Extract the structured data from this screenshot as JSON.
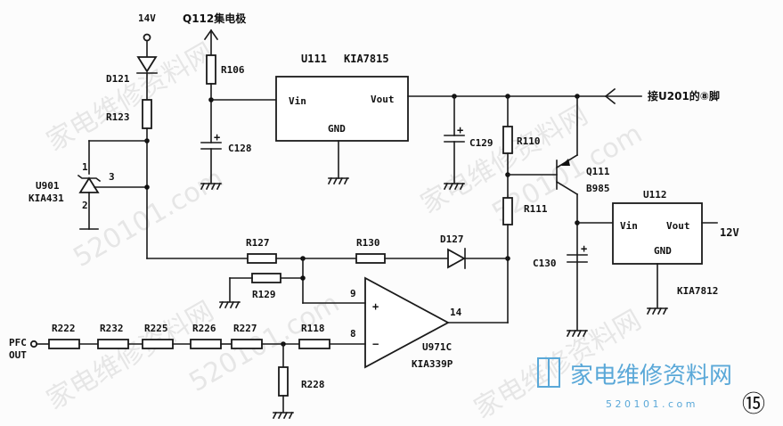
{
  "labels": {
    "v14": "14V",
    "q112": "Q112集电极",
    "r106": "R106",
    "u111": "U111",
    "kia7815": "KIA7815",
    "d121": "D121",
    "r123": "R123",
    "c128": "C128",
    "vin1": "Vin",
    "vout1": "Vout",
    "gnd1": "GND",
    "c129": "C129",
    "r110": "R110",
    "connect": "接U201的⑧脚",
    "u901": "U901",
    "kia431": "KIA431",
    "pin1": "1",
    "pin2": "2",
    "pin3": "3",
    "q111": "Q111",
    "b985": "B985",
    "u112": "U112",
    "vin2": "Vin",
    "vout2": "Vout",
    "v12": "12V",
    "gnd2": "GND",
    "r111": "R111",
    "r127": "R127",
    "r130": "R130",
    "d127": "D127",
    "c130": "C130",
    "r129": "R129",
    "pin9": "9",
    "plus": "+",
    "pin14": "14",
    "kia7812": "KIA7812",
    "pfc": "PFC",
    "out": "OUT",
    "r222": "R222",
    "r232": "R232",
    "r225": "R225",
    "r226": "R226",
    "r227": "R227",
    "r118": "R118",
    "pin8": "8",
    "minus": "−",
    "u971c": "U971C",
    "kia339p": "KIA339P",
    "r228": "R228",
    "page_num": "⑮"
  },
  "watermarks": {
    "cn_text": "家电维修资料网",
    "url": "520101.com",
    "brand": "家电维修资料网",
    "brand_url": "5 2 0 1 0 1 . c o m"
  }
}
